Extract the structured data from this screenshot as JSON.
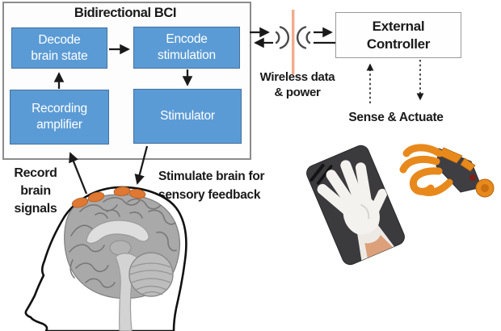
{
  "colors": {
    "box_blue": "#5B9BD5",
    "box_blue_border": "#44719E",
    "outer_border": "#8C8C8C",
    "controller_border": "#9A9A9A",
    "electrode_orange": "#DE7832",
    "barrier_salmon": "#F2AC8C",
    "wave_gray": "#4A4A4A",
    "robot_orange": "#E8891C",
    "arrow_black": "#1A1A1A"
  },
  "bci_unit": {
    "title": "Bidirectional BCI",
    "decode": {
      "lines": [
        "Decode",
        "brain state"
      ]
    },
    "encode": {
      "lines": [
        "Encode",
        "stimulation"
      ]
    },
    "recording": {
      "lines": [
        "Recording",
        "amplifier"
      ]
    },
    "stimulator": {
      "lines": [
        "Stimulator"
      ]
    }
  },
  "wireless_link": {
    "label_lines": [
      "Wireless data",
      "& power"
    ]
  },
  "external_controller": {
    "lines": [
      "External",
      "Controller"
    ]
  },
  "sense_actuate_label": "Sense & Actuate",
  "record_label": {
    "lines": [
      "Record",
      "brain",
      "signals"
    ]
  },
  "stimulate_label": {
    "lines": [
      "Stimulate brain for",
      "sensory feedback"
    ]
  },
  "icons": {
    "wireless_waves": "double-radio-arcs",
    "wireless_barrier": "vertical-salmon-line"
  },
  "figures": {
    "brain": "human head sagittal section with brain and implanted electrodes",
    "glove": "white sensor glove photo on dark card",
    "robot_hand": "orange robotic prosthetic hand photo"
  }
}
